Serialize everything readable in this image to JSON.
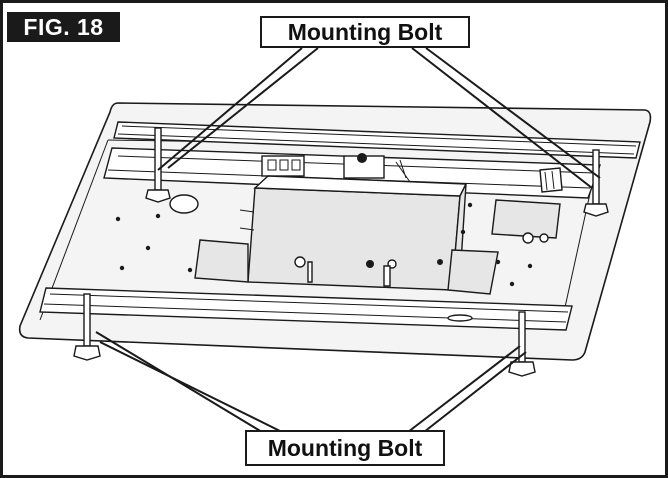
{
  "figure": {
    "label": "FIG. 18"
  },
  "callouts": {
    "top_label": "Mounting Bolt",
    "bottom_label": "Mounting Bolt"
  },
  "colors": {
    "ink": "#1a1a1a",
    "plate_fill": "#f4f4f4",
    "box_fill": "#e6e6e6",
    "background": "#ffffff"
  }
}
